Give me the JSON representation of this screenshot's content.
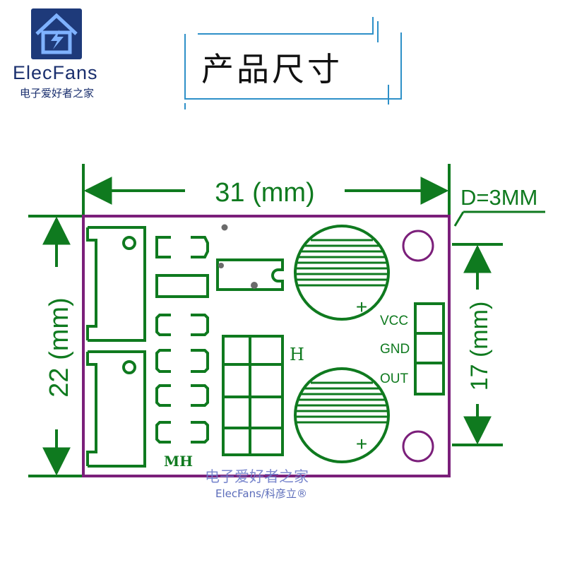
{
  "brand": {
    "name": "ElecFans",
    "tagline": "电子爱好者之家",
    "logo_icon": "house-with-lightning-icon",
    "color": "#1a2f6e"
  },
  "title": "产品尺寸",
  "dimensions": {
    "width_label": "31 (mm)",
    "height_left_label": "22 (mm)",
    "height_right_label": "17 (mm)",
    "hole_label": "D=3MM"
  },
  "board": {
    "outline_color": "#7b1f7a",
    "silk_color": "#0f7a1f",
    "header_pins": [
      "VCC",
      "GND",
      "OUT"
    ],
    "label_h": "H",
    "label_mh": "MH",
    "plus_sign": "+"
  },
  "watermark": {
    "line1": "电子爱好者之家",
    "line2": "ElecFans/科彦立®"
  }
}
